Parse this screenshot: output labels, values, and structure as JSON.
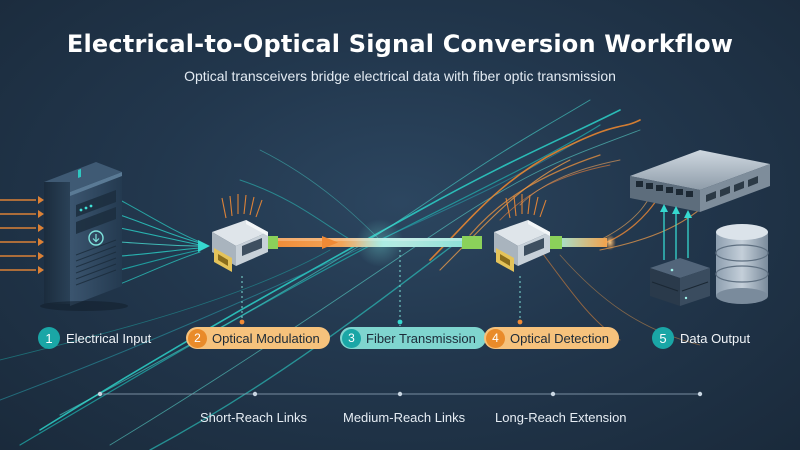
{
  "title": "Electrical-to-Optical Signal Conversion Workflow",
  "subtitle": "Optical transceivers bridge electrical data with fiber optic transmission",
  "steps": [
    {
      "number": "1",
      "label": "Electrical Input",
      "color": "#1aa6a6"
    },
    {
      "number": "2",
      "label": "Optical Modulation",
      "color": "#e98b2a"
    },
    {
      "number": "3",
      "label": "Fiber Transmission",
      "color": "#1aa6a6"
    },
    {
      "number": "4",
      "label": "Optical Detection",
      "color": "#e98b2a"
    },
    {
      "number": "5",
      "label": "Data Output",
      "color": "#1aa6a6"
    }
  ],
  "reach_labels": [
    "Short-Reach Links",
    "Medium-Reach Links",
    "Long-Reach Extension"
  ],
  "icons": [
    "server-icon",
    "transceiver-icon",
    "fiber-cable-icon",
    "network-switch-icon",
    "database-icon",
    "storage-unit-icon"
  ],
  "colors": {
    "teal": "#1aa6a6",
    "orange": "#e98b2a",
    "background": "#22374d"
  }
}
